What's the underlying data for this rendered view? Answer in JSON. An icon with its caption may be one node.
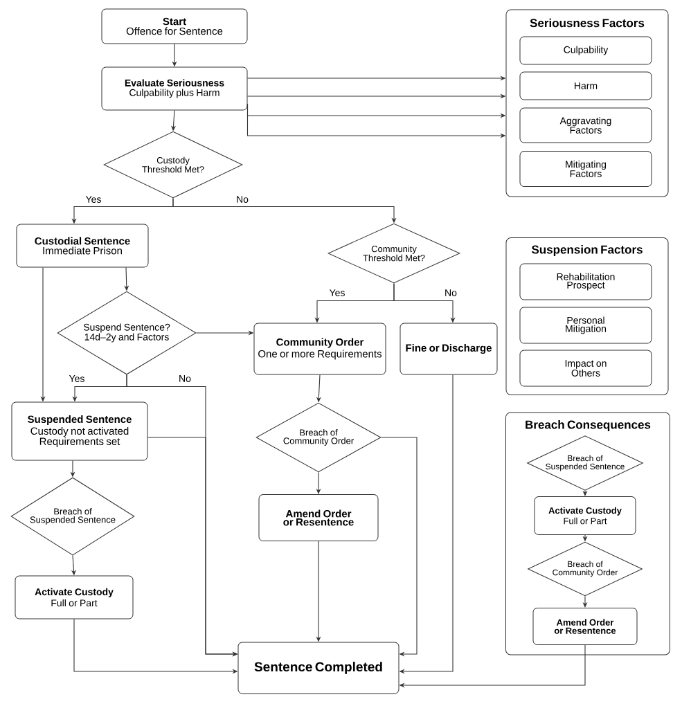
{
  "diagram": {
    "nodes": [
      {
        "text": [
          "Start",
          "Offence for Sentence"
        ]
      },
      {
        "text": [
          "Evaluate Seriousness",
          "Culpability plus Harm"
        ]
      },
      {
        "text": [
          "Custody Threshold Met?"
        ]
      },
      {
        "text": [
          "Custodial Sentence",
          "Immediate Prison"
        ]
      },
      {
        "text": [
          "Community Threshold Met?"
        ]
      },
      {
        "text": [
          "Suspend Sentence? 14d–2y and Factors"
        ]
      },
      {
        "text": [
          "Community Order",
          "One or more Requirements"
        ]
      },
      {
        "text": [
          "Fine or Discharge"
        ]
      },
      {
        "text": [
          "Suspended Sentence",
          "Custody not activated Requirements set"
        ]
      },
      {
        "text": [
          "Breach of Community Order"
        ]
      },
      {
        "text": [
          "Breach of Suspended Sentence"
        ]
      },
      {
        "text": [
          "Amend Order or Resentence"
        ]
      },
      {
        "text": [
          "Activate Custody",
          "Full or Part"
        ]
      },
      {
        "text": [
          "Sentence Completed"
        ]
      },
      {
        "text": [
          "Seriousness Factors"
        ]
      },
      {
        "text": [
          "Culpability"
        ],
        "in": 14
      },
      {
        "text": [
          "Harm"
        ],
        "in": 14
      },
      {
        "text": [
          "Aggravating Factors"
        ],
        "in": 14
      },
      {
        "text": [
          "Mitigating Factors"
        ],
        "in": 14
      },
      {
        "text": [
          "Suspension Factors"
        ]
      },
      {
        "text": [
          "Rehabilitation Prospect"
        ],
        "in": 19
      },
      {
        "text": [
          "Personal Mitigation"
        ],
        "in": 19
      },
      {
        "text": [
          "Impact on Others"
        ],
        "in": 19
      },
      {
        "text": [
          "Breach Consequences"
        ]
      },
      {
        "text": [
          "Breach of Suspended Sentence"
        ],
        "in": 23
      },
      {
        "text": [
          "Activate Custody",
          "Full or Part"
        ],
        "in": 23
      },
      {
        "text": [
          "Breach of Community Order"
        ],
        "in": 23
      },
      {
        "text": [
          "Amend Order or Resentence"
        ],
        "in": 23
      }
    ],
    "edges": [
      {
        "from": 0,
        "to": 1,
        "arrow": "to"
      },
      {
        "from": 1,
        "to": 14,
        "arrow": "to"
      },
      {
        "from": 1,
        "to": 14,
        "arrow": "to"
      },
      {
        "from": 1,
        "to": 14,
        "arrow": "to"
      },
      {
        "from": 1,
        "to": 14,
        "arrow": "to"
      },
      {
        "from": 1,
        "to": 2,
        "arrow": "to"
      },
      {
        "from": 2,
        "to": 3,
        "arrow": "to",
        "label": "Yes"
      },
      {
        "from": 2,
        "to": 4,
        "arrow": "to",
        "label": "No"
      },
      {
        "from": 3,
        "to": 8,
        "arrow": "to"
      },
      {
        "from": 3,
        "to": 5,
        "arrow": "to"
      },
      {
        "from": 5,
        "to": 6,
        "arrow": "to"
      },
      {
        "from": 5,
        "to": 8,
        "arrow": "to",
        "label": "Yes"
      },
      {
        "from": 5,
        "to": 13,
        "arrow": "to",
        "label": "No"
      },
      {
        "from": 8,
        "to": 13,
        "arrow": "to"
      },
      {
        "from": 8,
        "to": 10,
        "arrow": "to"
      },
      {
        "from": 10,
        "to": 12,
        "arrow": "to"
      },
      {
        "from": 12,
        "to": 13,
        "arrow": "to"
      },
      {
        "from": 4,
        "to": 6,
        "arrow": "to",
        "label": "Yes"
      },
      {
        "from": 4,
        "to": 7,
        "arrow": "to",
        "label": "No"
      },
      {
        "from": 6,
        "to": 9,
        "arrow": "to"
      },
      {
        "from": 9,
        "to": 11,
        "arrow": "to"
      },
      {
        "from": 9,
        "to": 13,
        "arrow": "to"
      },
      {
        "from": 11,
        "to": 13,
        "arrow": "to"
      },
      {
        "from": 7,
        "to": 13,
        "arrow": "to"
      },
      {
        "from": 24,
        "to": 25,
        "arrow": "to"
      },
      {
        "from": 25,
        "to": 26,
        "arrow": "to"
      },
      {
        "from": 26,
        "to": 27,
        "arrow": "to"
      },
      {
        "from": 27,
        "to": 13,
        "arrow": "to"
      }
    ]
  }
}
